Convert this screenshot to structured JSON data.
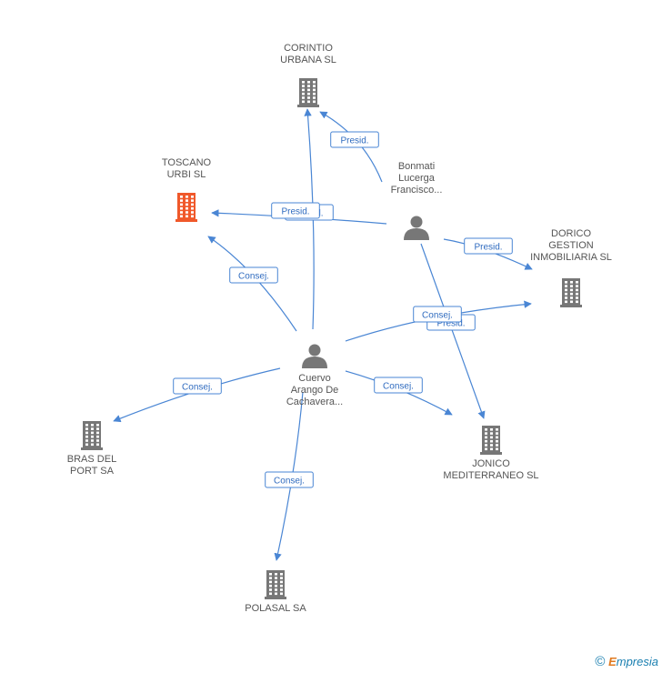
{
  "colors": {
    "edge": "#4a86d4",
    "company": "#777777",
    "company_highlight": "#f0582a",
    "person": "#777777"
  },
  "nodes": [
    {
      "id": "corintio",
      "kind": "company",
      "label": [
        "CORINTIO",
        "URBANA SL"
      ]
    },
    {
      "id": "toscano",
      "kind": "company",
      "highlight": true,
      "label": [
        "TOSCANO",
        "URBI SL"
      ]
    },
    {
      "id": "bonmati",
      "kind": "person",
      "label": [
        "Bonmati",
        "Lucerga",
        "Francisco..."
      ]
    },
    {
      "id": "dorico",
      "kind": "company",
      "label": [
        "DORICO",
        "GESTION",
        "INMOBILIARIA SL"
      ]
    },
    {
      "id": "cuervo",
      "kind": "person",
      "label": [
        "Cuervo",
        "Arango De",
        "Cachavera..."
      ]
    },
    {
      "id": "bras",
      "kind": "company",
      "label": [
        "BRAS DEL",
        "PORT SA"
      ]
    },
    {
      "id": "jonico",
      "kind": "company",
      "label": [
        "JONICO",
        "MEDITERRANEO SL"
      ]
    },
    {
      "id": "polasal",
      "kind": "company",
      "label": [
        "POLASAL SA"
      ]
    }
  ],
  "edges": [
    {
      "from": "bonmati",
      "to": "corintio",
      "label": "Presid."
    },
    {
      "from": "bonmati",
      "to": "toscano",
      "label": "Presid."
    },
    {
      "from": "bonmati",
      "to": "dorico",
      "label": "Presid."
    },
    {
      "from": "bonmati",
      "to": "jonico",
      "label": "Presid."
    },
    {
      "from": "cuervo",
      "to": "corintio",
      "label": "Presid."
    },
    {
      "from": "cuervo",
      "to": "toscano",
      "label": "Consej."
    },
    {
      "from": "cuervo",
      "to": "dorico",
      "label": "Consej."
    },
    {
      "from": "cuervo",
      "to": "bras",
      "label": "Consej."
    },
    {
      "from": "cuervo",
      "to": "jonico",
      "label": "Consej."
    },
    {
      "from": "cuervo",
      "to": "polasal",
      "label": "Consej."
    }
  ],
  "watermark": {
    "symbol": "©",
    "brand_first": "E",
    "brand_rest": "mpresia"
  }
}
